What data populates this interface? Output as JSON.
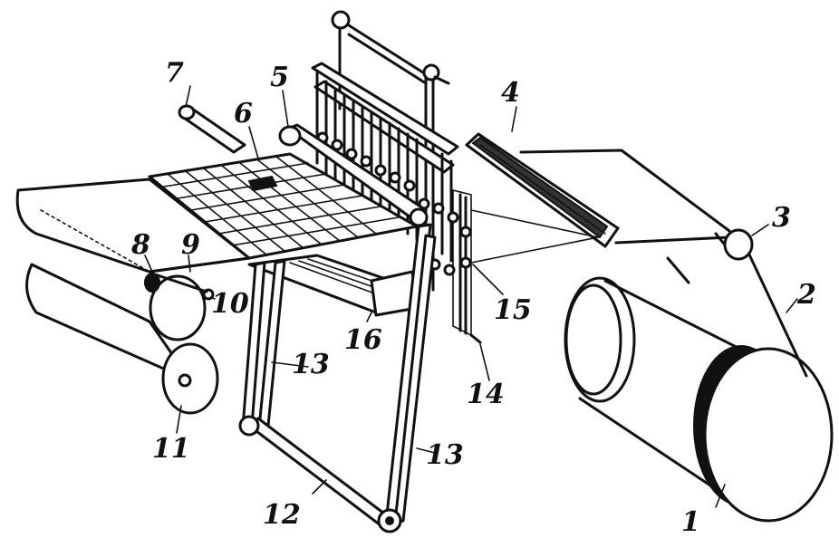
{
  "labels": {
    "l1": "1",
    "l2": "2",
    "l3": "3",
    "l4": "4",
    "l5": "5",
    "l6": "6",
    "l7": "7",
    "l8": "8",
    "l9": "9",
    "l10": "10",
    "l11": "11",
    "l12": "12",
    "l13a": "13",
    "l13b": "13",
    "l14": "14",
    "l15": "15",
    "l16": "16"
  }
}
